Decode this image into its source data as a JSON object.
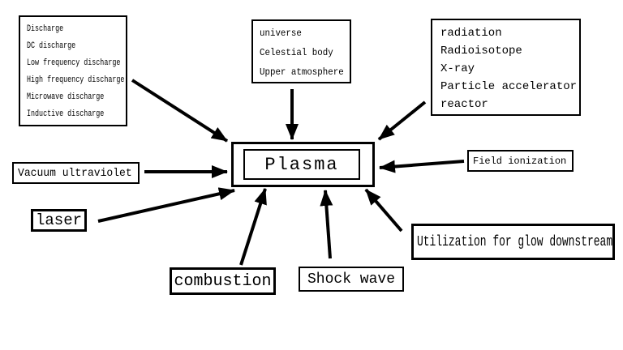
{
  "diagram": {
    "center_label": "Plasma",
    "boxes": {
      "discharge": {
        "lines": [
          "Discharge",
          "DC discharge",
          "Low frequency discharge",
          "High frequency discharge",
          "Microwave discharge",
          "Inductive discharge"
        ]
      },
      "natural_sources": {
        "lines": [
          "universe",
          "Celestial body",
          "Upper atmosphere"
        ]
      },
      "radiation": {
        "lines": [
          "radiation",
          "Radioisotope",
          "X-ray",
          "Particle accelerator",
          "reactor"
        ]
      },
      "vacuum_ultraviolet": {
        "label": "Vacuum ultraviolet"
      },
      "laser": {
        "label": "laser"
      },
      "field_ionization": {
        "label": "Field ionization"
      },
      "glow_downstream": {
        "label": "Utilization for glow downstream"
      },
      "combustion": {
        "label": "combustion"
      },
      "shock_wave": {
        "label": "Shock wave"
      }
    },
    "colors": {
      "background": "#ffffff",
      "border": "#000000",
      "text": "#000000",
      "arrow": "#000000"
    }
  }
}
